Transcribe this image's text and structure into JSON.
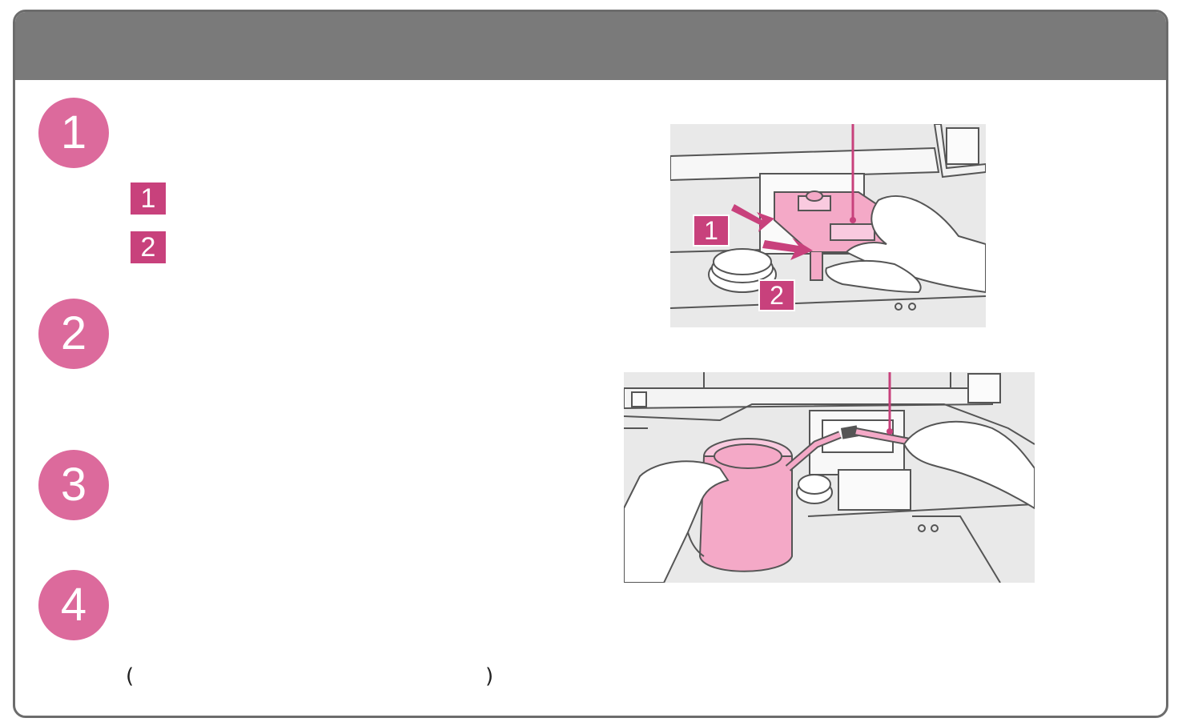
{
  "header": {
    "title": ""
  },
  "steps": [
    {
      "number": "1"
    },
    {
      "number": "2"
    },
    {
      "number": "3"
    },
    {
      "number": "4"
    }
  ],
  "substeps": [
    {
      "number": "1"
    },
    {
      "number": "2"
    }
  ],
  "note": {
    "open": "(",
    "close": ")"
  },
  "figure1": {
    "badges": [
      "1",
      "2"
    ]
  },
  "colors": {
    "header": "#7a7a7a",
    "step_circle": "#dc6a9c",
    "badge": "#c8417c",
    "illustration_pink": "#f4a9c7",
    "illustration_bg": "#e8e8e8"
  }
}
